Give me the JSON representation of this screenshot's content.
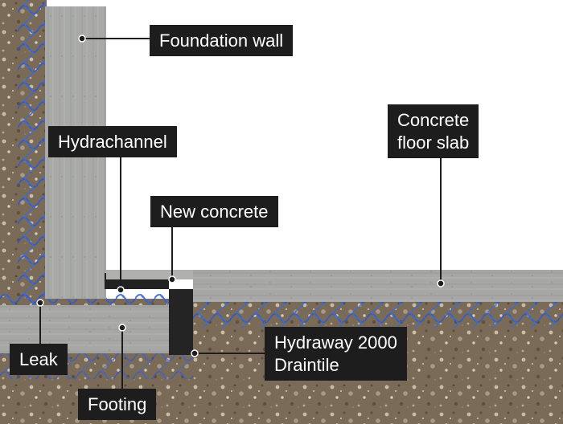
{
  "labels": {
    "foundation_wall": "Foundation wall",
    "hydrachannel": "Hydrachannel",
    "new_concrete": "New concrete",
    "concrete_floor_slab": "Concrete\nfloor slab",
    "leak": "Leak",
    "footing": "Footing",
    "hydraway_draintile": "Hydraway 2000\nDraintile"
  },
  "colors": {
    "background": "#ffffff",
    "soil": "#7a6a58",
    "concrete": "#a7a7a5",
    "water_channel": "#2f59c9",
    "callout_bg": "#1d1d1d",
    "callout_text": "#ffffff",
    "leader": "#1d1d1d"
  }
}
